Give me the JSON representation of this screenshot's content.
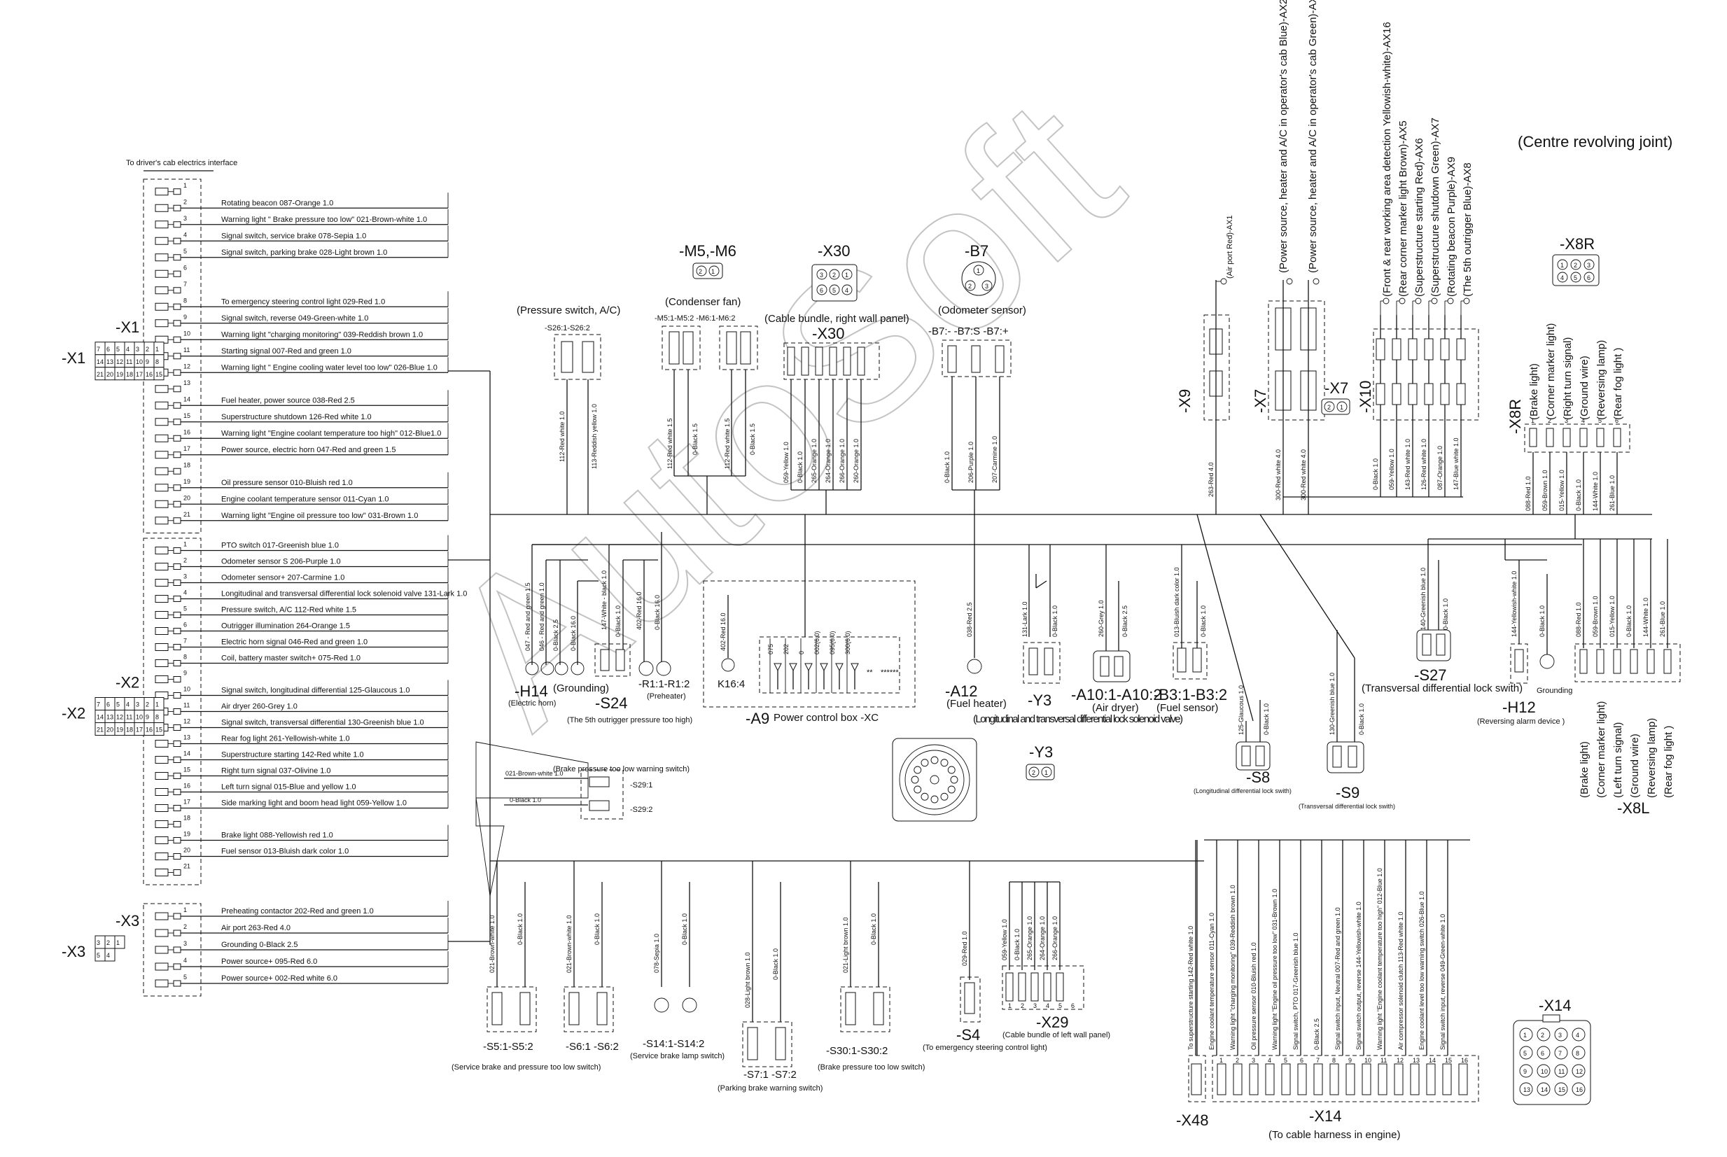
{
  "header": {
    "driver_interface": "To driver's cab electrics interface",
    "centre_joint": "(Centre revolving joint)"
  },
  "watermark": "AutoSoft",
  "x1": {
    "label": "-X1",
    "label_left": "-X1",
    "pins": [
      "1",
      "2",
      "3",
      "4",
      "5",
      "6",
      "7",
      "8",
      "9",
      "10",
      "11",
      "12",
      "13",
      "14",
      "15",
      "16",
      "17",
      "18",
      "19",
      "20",
      "21"
    ],
    "wires": [
      {
        "pin": 2,
        "text": "Rotating beacon 087-Orange 1.0"
      },
      {
        "pin": 3,
        "text": "Warning light \" Brake pressure too low\" 021-Brown-white 1.0"
      },
      {
        "pin": 4,
        "text": "Signal switch, service brake 078-Sepia 1.0"
      },
      {
        "pin": 5,
        "text": "Signal switch, parking brake 028-Light brown 1.0"
      },
      {
        "pin": 8,
        "text": "To emergency steering control light 029-Red 1.0"
      },
      {
        "pin": 9,
        "text": "Signal switch, reverse 049-Green-white 1.0"
      },
      {
        "pin": 10,
        "text": "Warning light \"charging monitoring\" 039-Reddish brown 1.0"
      },
      {
        "pin": 11,
        "text": "Starting signal 007-Red and green 1.0"
      },
      {
        "pin": 12,
        "text": "Warning light \" Engine cooling water level too low\" 026-Blue 1.0"
      },
      {
        "pin": 14,
        "text": "Fuel heater, power source 038-Red 2.5"
      },
      {
        "pin": 15,
        "text": "Superstructure shutdown 126-Red white 1.0"
      },
      {
        "pin": 16,
        "text": "Warning light \"Engine coolant temperature too high\" 012-Blue1.0"
      },
      {
        "pin": 17,
        "text": "Power source, electric horn 047-Red and green 1.5"
      },
      {
        "pin": 19,
        "text": "Oil pressure sensor 010-Bluish red 1.0"
      },
      {
        "pin": 20,
        "text": "Engine coolant temperature sensor 011-Cyan 1.0"
      },
      {
        "pin": 21,
        "text": "Warning light \"Engine oil pressure too low\" 031-Brown 1.0"
      }
    ],
    "face_rows": [
      [
        "7",
        "6",
        "5",
        "4",
        "3",
        "2",
        "1"
      ],
      [
        "14",
        "13",
        "12",
        "11",
        "10",
        "9",
        "8"
      ],
      [
        "21",
        "20",
        "19",
        "18",
        "17",
        "16",
        "15"
      ]
    ]
  },
  "x2": {
    "label": "-X2",
    "label_left": "-X2",
    "pins": [
      "1",
      "2",
      "3",
      "4",
      "5",
      "6",
      "7",
      "8",
      "9",
      "10",
      "11",
      "12",
      "13",
      "14",
      "15",
      "16",
      "17",
      "18",
      "19",
      "20",
      "21"
    ],
    "wires": [
      {
        "pin": 1,
        "text": "PTO switch 017-Greenish blue 1.0"
      },
      {
        "pin": 2,
        "text": "Odometer sensor S 206-Purple 1.0"
      },
      {
        "pin": 3,
        "text": "Odometer sensor+ 207-Carmine 1.0"
      },
      {
        "pin": 4,
        "text": "Longitudinal and transversal differential lock solenoid valve 131-Lark 1.0"
      },
      {
        "pin": 5,
        "text": "Pressure switch, A/C 112-Red white 1.5"
      },
      {
        "pin": 6,
        "text": "Outrigger illumination 264-Orange 1.5"
      },
      {
        "pin": 7,
        "text": "Electric horn signal 046-Red and green 1.0"
      },
      {
        "pin": 8,
        "text": "Coil, battery master switch+ 075-Red 1.0"
      },
      {
        "pin": 10,
        "text": "Signal switch, longitudinal differential 125-Glaucous 1.0"
      },
      {
        "pin": 11,
        "text": "Air dryer 260-Grey 1.0"
      },
      {
        "pin": 12,
        "text": "Signal switch, transversal differential 130-Greenish blue 1.0"
      },
      {
        "pin": 13,
        "text": "Rear fog light 261-Yellowish-white 1.0"
      },
      {
        "pin": 14,
        "text": "Superstructure starting 142-Red white 1.0"
      },
      {
        "pin": 15,
        "text": "Right turn signal 037-Olivine 1.0"
      },
      {
        "pin": 16,
        "text": "Left turn signal 015-Blue and yellow 1.0"
      },
      {
        "pin": 17,
        "text": "Side marking light and boom head light 059-Yellow 1.0"
      },
      {
        "pin": 19,
        "text": "Brake light 088-Yellowish red 1.0"
      },
      {
        "pin": 20,
        "text": "Fuel sensor 013-Bluish dark color 1.0"
      }
    ],
    "face_rows": [
      [
        "7",
        "6",
        "5",
        "4",
        "3",
        "2",
        "1"
      ],
      [
        "14",
        "13",
        "12",
        "11",
        "10",
        "9",
        "8"
      ],
      [
        "21",
        "20",
        "19",
        "18",
        "17",
        "16",
        "15"
      ]
    ]
  },
  "x3": {
    "label": "-X3",
    "label_left": "-X3",
    "pins": [
      "1",
      "2",
      "3",
      "4",
      "5"
    ],
    "wires": [
      {
        "pin": 1,
        "text": "Preheating contactor 202-Red and green 1.0"
      },
      {
        "pin": 2,
        "text": "Air port 263-Red 4.0"
      },
      {
        "pin": 3,
        "text": "Grounding 0-Black 2.5"
      },
      {
        "pin": 4,
        "text": "Power source+ 095-Red 6.0"
      },
      {
        "pin": 5,
        "text": "Power source+ 002-Red white 6.0"
      }
    ],
    "face_rows": [
      [
        "3",
        "2",
        "1"
      ],
      [
        "5",
        "4"
      ]
    ]
  },
  "components": {
    "s26": {
      "title": "(Pressure switch, A/C)",
      "pins": "-S26:1-S26:2",
      "w1": "112-Red white 1.0",
      "w2": "113-Reddish yellow 1.0"
    },
    "m5m6": {
      "label": "-M5,-M6",
      "title": "(Condenser fan)",
      "pins": "-M5:1-M5:2 -M6:1-M6:2",
      "w1": "112-Red white 1.5",
      "w2": "0-Black 1.5",
      "w3": "112-Red white 1.5",
      "w4": "0-Black 1.5",
      "p1": "1",
      "p2": "2"
    },
    "x30": {
      "label": "-X30",
      "label2": "-X30",
      "title": "(Cable bundle, right wall panel)",
      "wires": [
        "059-Yellow 1.0",
        "0-Black 1.0",
        "265-Orange 1.0",
        "264-Orange 1.0",
        "266-Orange 1.0",
        "260-Orange 1.0"
      ],
      "pins": [
        "3",
        "2",
        "1",
        "6",
        "5",
        "4"
      ]
    },
    "b7": {
      "label": "-B7",
      "title": "(Odometer sensor)",
      "pins": "-B7:- -B7:S -B7:+",
      "wires": [
        "0-Black 1.0",
        "206-Purple 1.0",
        "207-Carmine 1.0"
      ],
      "face": [
        "1",
        "2",
        "3"
      ]
    },
    "x9": {
      "label": "-X9",
      "w": "263-Red 4.0",
      "cap": "(Air port Red)-AX1"
    },
    "x7": {
      "label": "-X7",
      "label2": "-X7",
      "w1": "300-Red white 4.0",
      "w2": "300-Red white 4.0",
      "cap1": "(Power source, heater and A/C in operator's cab Blue)-AX2",
      "cap2": "(Power source, heater and A/C in operator's cab Green)-AX3",
      "face": [
        "2",
        "1"
      ]
    },
    "x10": {
      "label": "-X10",
      "wires": [
        "0-Black 1.0",
        "059-Yellow 1.0",
        "143-Red white 1.0",
        "126-Red white 1.0",
        "087-Orange 1.0",
        "147-Blue white 1.0"
      ],
      "caps": [
        "(Front & rear working area detection Yellowish-white)-AX16",
        "(Rear corner marker light Brown)-AX5",
        "(Superstructure starting Red)-AX6",
        "(Superstructure shutdown Green)-AX7",
        "(Rotating beacon Purple)-AX9",
        "(The 5th outrigger Blue)-AX8"
      ]
    },
    "x8r": {
      "label": "-X8R",
      "label2": "-X8R",
      "face": [
        "1",
        "2",
        "3",
        "4",
        "5",
        "6"
      ],
      "caps": [
        "(Brake light)",
        "(Corner marker light)",
        "(Right turn signal)",
        "(Ground wire)",
        "(Reversing lamp)",
        "(Rear fog light )"
      ],
      "wires": [
        "088-Red 1.0",
        "059-Brown 1.0",
        "015-Yellow 1.0",
        "0-Black 1.0",
        "144-White 1.0",
        "261-Blue 1.0"
      ]
    },
    "h14": {
      "label": "-H14",
      "title": "(Electric horn)",
      "w1": "047 - Red and green 1.5",
      "w2": "046 - Red and green 1.0",
      "w3": "0-Black 2.5",
      "w4": "0-Black 16.0",
      "ground": "(Grounding)"
    },
    "s24": {
      "label": "-S24",
      "title": "(The 5th outrigger pressure too high)",
      "w1": "147-White - black 1.0",
      "w2": "0-Black 1.0"
    },
    "r1": {
      "label": "-R1:1-R1:2",
      "title": "(Preheater)",
      "w1": "402-Red 16.0",
      "w2": "0-Black 16.0"
    },
    "a9": {
      "label": "-A9",
      "k16": "K16:4",
      "w": "402-Red 16.0",
      "xc": "Power control box -XC",
      "cols": [
        "075",
        "202",
        "0",
        "002(6.0)",
        "095(6.0)",
        "300(6.0)"
      ],
      "stars1": "**",
      "stars2": "******"
    },
    "a12": {
      "label": "-A12",
      "title": "(Fuel heater)",
      "w": "038-Red 2.5"
    },
    "y3": {
      "label": "-Y3",
      "label2": "-Y3",
      "w1": "131-Lark 1.0",
      "w2": "0-Black 1.0",
      "face": [
        "2",
        "1"
      ]
    },
    "diff_caption": "(Longitudinal and transversal differential lock solenoid valve)",
    "a10": {
      "label": "-A10:1-A10:2",
      "title": "(Air dryer)",
      "w1": "260-Grey 1.0",
      "w2": "0-Black 2.5"
    },
    "b3": {
      "label": "-B3:1-B3:2",
      "title": "(Fuel sensor)",
      "w1": "013-Bluish dark color 1.0",
      "w2": "0-Black 1.0"
    },
    "s8": {
      "label": "-S8",
      "title": "(Longitudinal differential lock swith)",
      "w1": "125-Glaucous 1.0",
      "w2": "0-Black 1.0"
    },
    "s9": {
      "label": "-S9",
      "title": "(Transversal differential lock swith)",
      "w1": "130-Greenish blue 1.0",
      "w2": "0-Black 1.0"
    },
    "s27": {
      "label": "-S27",
      "title": "(Transversal differential lock swith)",
      "w1": "140-Greenish blue 1.0",
      "w2": "0-Black 1.0"
    },
    "h12": {
      "label": "-H12",
      "title": "(Reversing alarm device )",
      "w1": "144-Yellowish-white 1.0",
      "w2": "0-Black 1.0",
      "ground": "Grounding"
    },
    "x8l": {
      "label": "-X8L",
      "wires": [
        "088-Red 1.0",
        "059-Brown 1.0",
        "015-Yellow 1.0",
        "0-Black 1.0",
        "144-White 1.0",
        "261-Blue 1.0"
      ],
      "caps": [
        "(Brake light)",
        "(Corner marker light)",
        "(Left turn signal)",
        "(Ground wire)",
        "(Reversing lamp)",
        "(Rear fog light )"
      ]
    },
    "s29": {
      "title": "(Brake pressure too low warning switch)",
      "w1": "021-Brown-white 1.0",
      "w2": "0-Black 1.0",
      "p1": "-S29:1",
      "p2": "-S29:2"
    },
    "s5": {
      "label": "-S5:1-S5:2",
      "title": "(Service brake and pressure too low switch)",
      "w1": "021-Brown-white 1.0",
      "w2": "0-Black 1.0"
    },
    "s6": {
      "label": "-S6:1 -S6:2",
      "w1": "021-Brown-white 1.0",
      "w2": "0-Black 1.0"
    },
    "s14": {
      "label": "-S14:1-S14:2",
      "title": "(Service brake lamp switch)",
      "w1": "078-Sepia 1.0",
      "w2": "0-Black 1.0"
    },
    "s7": {
      "label": "-S7:1 -S7:2",
      "title": "(Parking brake warning switch)",
      "w1": "028-Light brown 1.0",
      "w2": "0-Black 1.0"
    },
    "s30": {
      "label": "-S30:1-S30:2",
      "title": "(Brake pressure too low switch)",
      "w1": "021-Light brown 1.0",
      "w2": "0-Black 1.0"
    },
    "s4": {
      "label": "-S4",
      "title": "(To emergency steering control light)",
      "w": "029-Red 1.0"
    },
    "x29": {
      "label": "-X29",
      "title": "(Cable bundle of left wall panel)",
      "wires": [
        "059-Yellow 1.0",
        "0-Black 1.0",
        "265-Orange 1.0",
        "264-Orange 1.0",
        "266-Orange 1.0"
      ],
      "pins": [
        "1",
        "2",
        "3",
        "4",
        "5",
        "6"
      ]
    },
    "x48": {
      "label": "-X48"
    },
    "x14": {
      "label": "-X14",
      "label2": "-X14",
      "title": "(To cable harness in engine)",
      "pins": [
        "1",
        "2",
        "3",
        "4",
        "5",
        "6",
        "7",
        "8",
        "9",
        "10",
        "11",
        "12",
        "13",
        "14",
        "15",
        "16"
      ],
      "face": [
        "1",
        "2",
        "3",
        "4",
        "5",
        "6",
        "7",
        "8",
        "9",
        "10",
        "11",
        "12",
        "13",
        "14",
        "15",
        "16"
      ],
      "wires": [
        "To superstructure starting 142-Red white 1.0",
        "Engine coolant temperature sensor 011-Cyan 1.0",
        "Warning light \"charging monitoring\" 039-Reddish brown 1.0",
        "Oil pressure sensor 010-Bluish red 1.0",
        "Warning light \"Engine oil pressure too low\" 031-Brown 1.0",
        "Signal switch, PTO 017-Greenish blue 1.0",
        "0-Black 2.5",
        "Signal switch input, Neutral 007-Red and green 1.0",
        "Signal switch output, reverse 144-Yellowish-white 1.0",
        "Warning light \"Engine coolant temperature too high\" 012-Blue 1.0",
        "Air compressor solenoid clutch 113-Red white 1.0",
        "Engine coolant level too low warning switch 026-Blue 1.0",
        "Signal switch input, reverse 049-Green-white 1.0"
      ]
    }
  }
}
